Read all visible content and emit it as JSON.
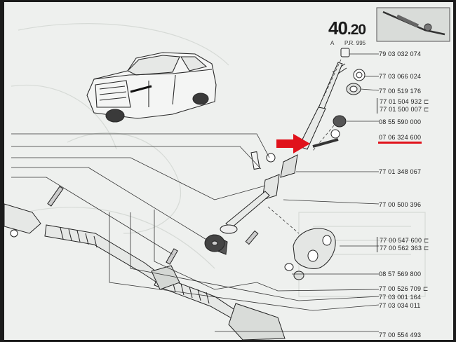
{
  "header": {
    "section_main": "40",
    "section_dec": ".20",
    "variant": "A",
    "pr": "P.R. 995"
  },
  "parts": {
    "p1": "79 03 032 074",
    "p2": "77 03 066 024",
    "p3": "77 00 519 176",
    "p4a": "77 01 504 932",
    "p4b": "77 01 500 007",
    "p5": "08 55 590 000",
    "p6": "07 06 324 600",
    "p7": "77 01 348 067",
    "p8": "77 00 500 396",
    "p9a": "77 00 547 600",
    "p9b": "77 00 562 363",
    "p10": "08 57 569 800",
    "p11": "77 00 526 709",
    "p12": "77 03 001 164",
    "p13": "77 03 034 011",
    "p14": "77 00 554 493"
  },
  "colors": {
    "highlight": "#e0121b",
    "ink": "#222222",
    "paper": "#eef0ee"
  }
}
